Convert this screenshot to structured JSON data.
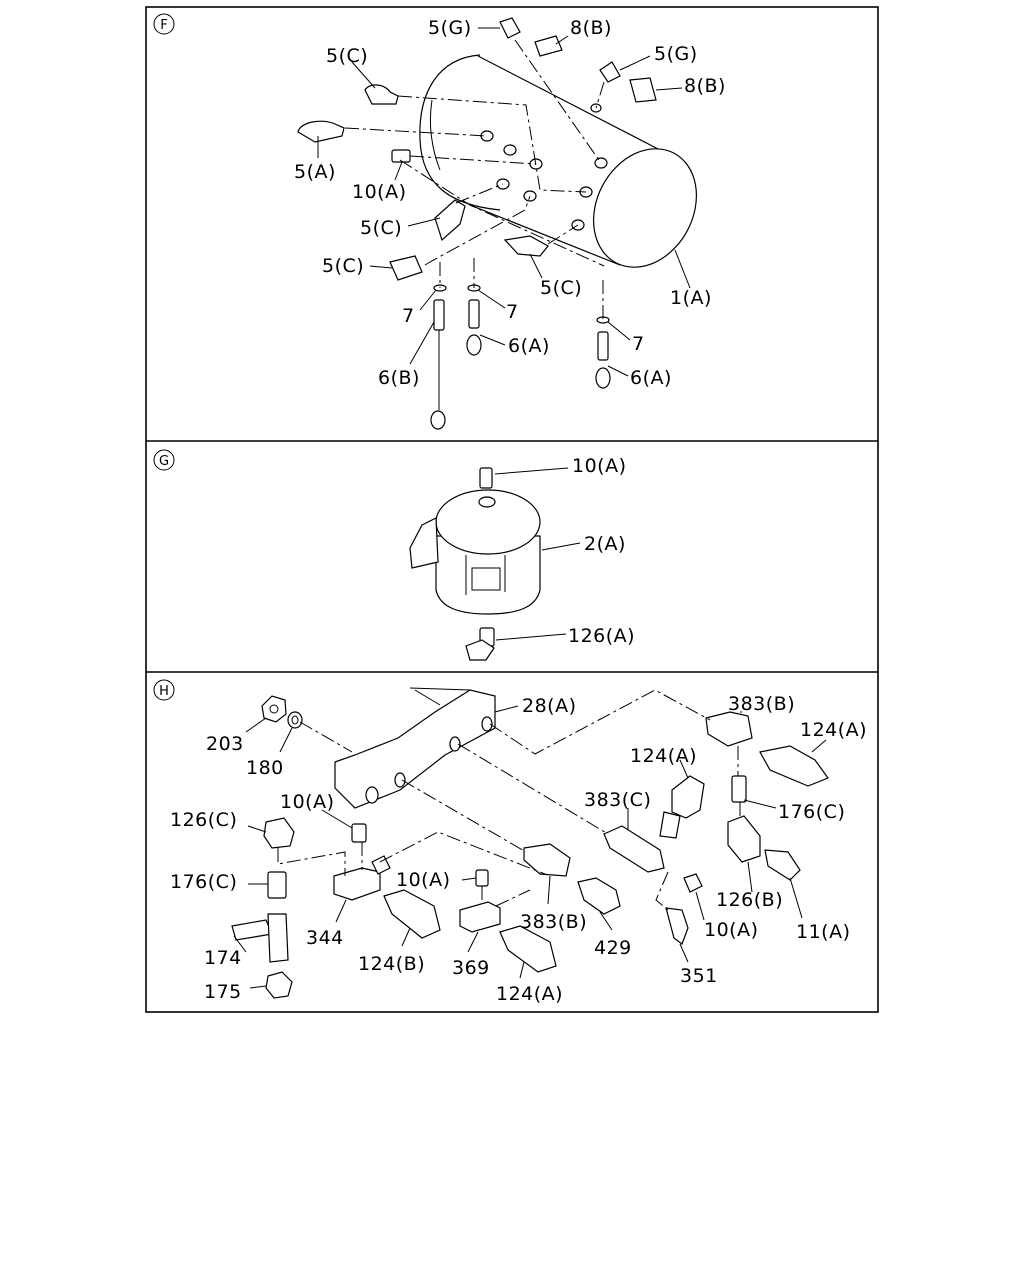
{
  "sections": [
    {
      "id": "F",
      "badge": "F",
      "labels": [
        "5(G)",
        "8(B)",
        "5(G)",
        "8(B)",
        "5(C)",
        "5(A)",
        "10(A)",
        "5(C)",
        "5(C)",
        "5(C)",
        "7",
        "7",
        "7",
        "6(A)",
        "6(A)",
        "6(B)",
        "1(A)"
      ]
    },
    {
      "id": "G",
      "badge": "G",
      "labels": [
        "10(A)",
        "2(A)",
        "126(A)"
      ]
    },
    {
      "id": "H",
      "badge": "H",
      "labels": [
        "28(A)",
        "383(B)",
        "124(A)",
        "203",
        "180",
        "124(A)",
        "383(C)",
        "176(C)",
        "126(C)",
        "10(A)",
        "176(C)",
        "10(A)",
        "126(B)",
        "11(A)",
        "344",
        "124(B)",
        "383(B)",
        "429",
        "10(A)",
        "369",
        "174",
        "175",
        "124(A)",
        "351"
      ]
    }
  ]
}
